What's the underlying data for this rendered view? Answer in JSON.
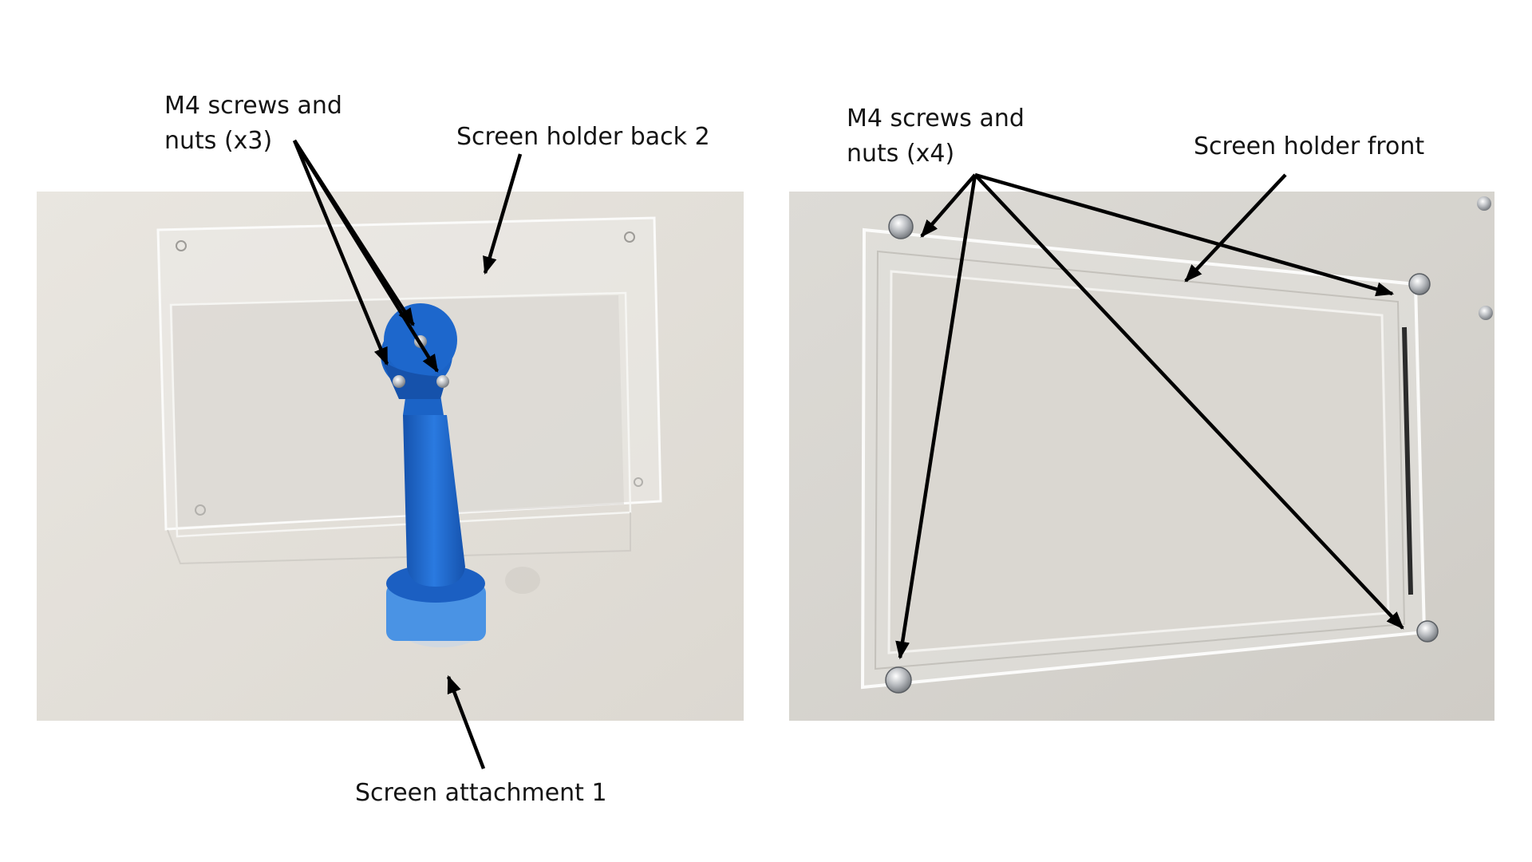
{
  "labels": {
    "left_screws": [
      "M4 screws and",
      "nuts (x3)"
    ],
    "screen_holder_back": "Screen holder back 2",
    "screen_attachment": "Screen attachment 1",
    "right_screws": [
      "M4 screws and",
      "nuts (x4)"
    ],
    "screen_holder_front": "Screen holder front"
  },
  "colors": {
    "page_background": "#ffffff",
    "photo_background": "#e3e0da",
    "acrylic_edge": "#f6f6f4",
    "printed_part": "#1b63c6",
    "printed_part_light": "#4f98e6",
    "arrow": "#000000",
    "text": "#141414"
  }
}
